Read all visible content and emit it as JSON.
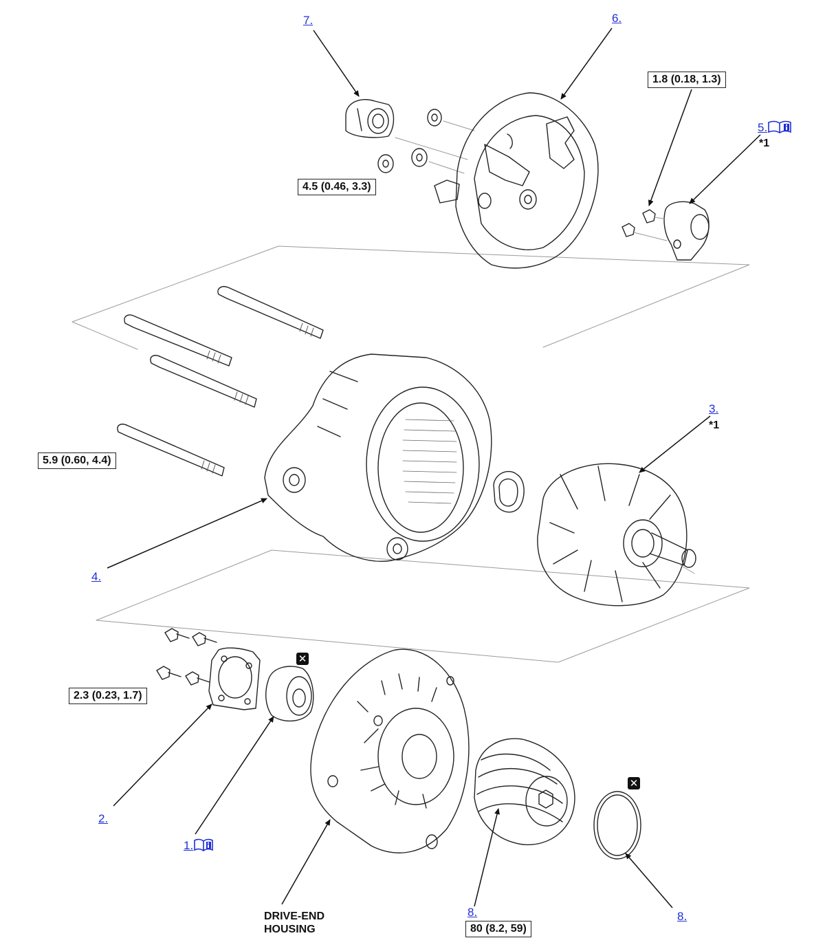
{
  "callouts": {
    "c1": "1.",
    "c2": "2.",
    "c3": "3.",
    "c4": "4.",
    "c5": "5.",
    "c6": "6.",
    "c7": "7.",
    "c8a": "8.",
    "c8b": "8."
  },
  "notes": {
    "star1_a": "*1",
    "star1_b": "*1"
  },
  "torque": {
    "t_1_8": "1.8 (0.18, 1.3)",
    "t_4_5": "4.5 (0.46, 3.3)",
    "t_5_9": "5.9 (0.60, 4.4)",
    "t_2_3": "2.3 (0.23, 1.7)",
    "t_80": "80 (8.2, 59)"
  },
  "labels": {
    "drive_end_line1": "DRIVE-END",
    "drive_end_line2": "HOUSING"
  },
  "icons": {
    "replace_badge": "✕",
    "info_book": "book-info-icon"
  },
  "colors": {
    "link": "#1f2fd6",
    "line": "#222222",
    "leader": "#111111"
  }
}
